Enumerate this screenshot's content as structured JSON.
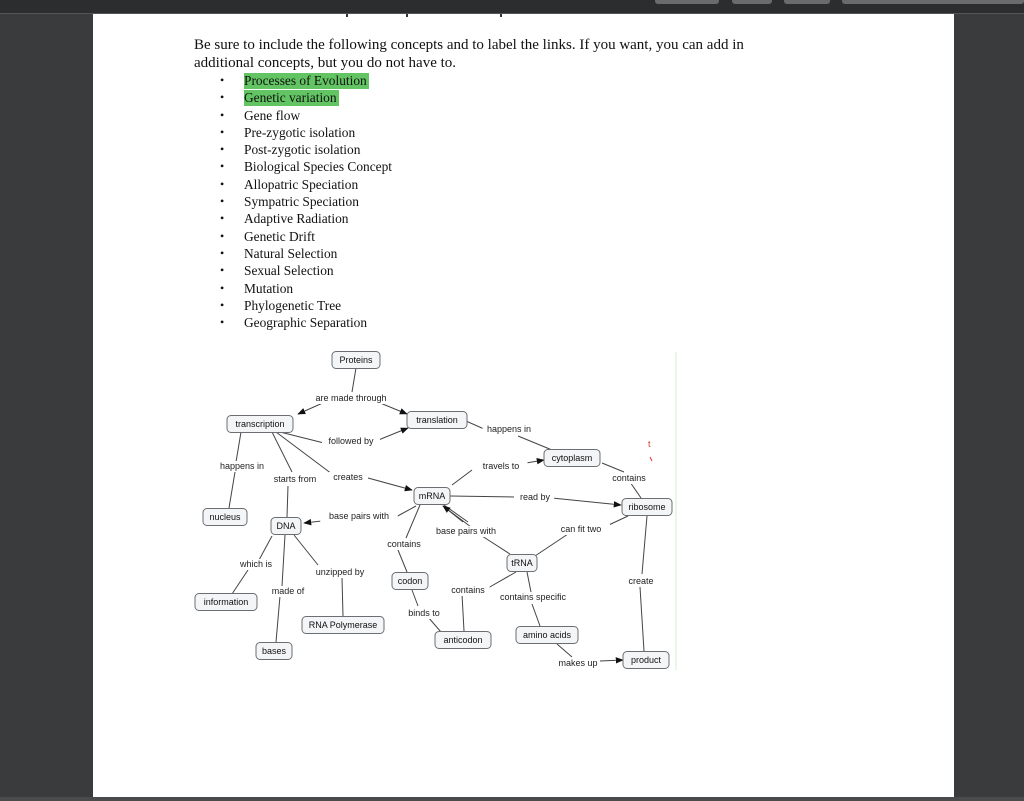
{
  "instructions": {
    "line1": "Be sure to include the following concepts and to label the links.  If you want, you can add in",
    "line2": "additional concepts, but you do not have to."
  },
  "concepts": [
    {
      "text": "Processes of Evolution",
      "highlight": true
    },
    {
      "text": "Genetic variation",
      "highlight": true
    },
    {
      "text": "Gene flow",
      "highlight": false
    },
    {
      "text": "Pre-zygotic isolation",
      "highlight": false
    },
    {
      "text": "Post-zygotic isolation",
      "highlight": false
    },
    {
      "text": "Biological Species Concept",
      "highlight": false
    },
    {
      "text": "Allopatric Speciation",
      "highlight": false
    },
    {
      "text": "Sympatric Speciation",
      "highlight": false
    },
    {
      "text": "Adaptive Radiation",
      "highlight": false
    },
    {
      "text": "Genetic Drift",
      "highlight": false
    },
    {
      "text": "Natural Selection",
      "highlight": false
    },
    {
      "text": "Sexual Selection",
      "highlight": false
    },
    {
      "text": "Mutation",
      "highlight": false
    },
    {
      "text": "Phylogenetic Tree",
      "highlight": false
    },
    {
      "text": "Geographic Separation",
      "highlight": false
    }
  ],
  "bullet_char": "•",
  "highlight_color": "#62c462",
  "concept_map": {
    "nodes": {
      "proteins": "Proteins",
      "transcription": "transcription",
      "translation": "translation",
      "cytoplasm": "cytoplasm",
      "nucleus": "nucleus",
      "dna": "DNA",
      "mrna": "mRNA",
      "ribosome": "ribosome",
      "trna": "tRNA",
      "codon": "codon",
      "information": "information",
      "rna_polymerase": "RNA Polymerase",
      "bases": "bases",
      "anticodon": "anticodon",
      "amino_acids": "amino acids",
      "product": "product"
    },
    "links": {
      "are_made_through": "are made through",
      "followed_by": "followed by",
      "happens_in_translation": "happens in",
      "happens_in_transcription": "happens in",
      "starts_from": "starts from",
      "creates": "creates",
      "travels_to": "travels to",
      "contains_cytoplasm": "contains",
      "read_by": "read by",
      "base_pairs_with_dna": "base pairs with",
      "base_pairs_with_trna": "base pairs with",
      "can_fit_two": "can fit two",
      "contains_mrna": "contains",
      "which_is": "which is",
      "made_of": "made of",
      "unzipped_by": "unzipped by",
      "contains_trna": "contains",
      "contains_specific": "contains specific",
      "create": "create",
      "binds_to": "binds to",
      "makes_up": "makes up"
    },
    "stray_mark": "t"
  }
}
